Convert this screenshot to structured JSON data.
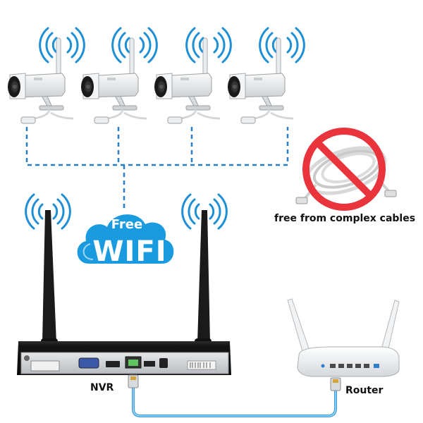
{
  "captions": {
    "cables": "free from complex cables",
    "nvr": "NVR",
    "router": "Router"
  },
  "wifi_badge": {
    "top_text": "Free",
    "main_text": "WIFI"
  },
  "colors": {
    "wifi_signal": "#1e8fd6",
    "cloud": "#1a9be0",
    "dashed_link": "#2a7fc4",
    "ethernet": "#3aa0e0",
    "no_symbol": "#e8343a"
  },
  "icons": {
    "camera": "bullet-camera-icon",
    "nvr": "nvr-recorder-icon",
    "router": "wifi-router-icon",
    "signal": "wifi-signal-icon",
    "cable": "coiled-cable-icon"
  },
  "camera_count": 4
}
